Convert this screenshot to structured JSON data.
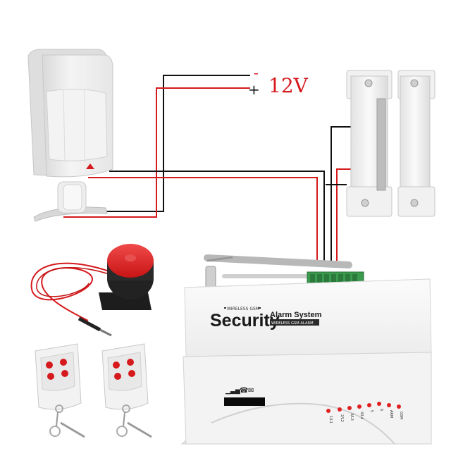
{
  "power": {
    "negative_label": "-",
    "positive_label": "+",
    "voltage_label": "12V",
    "accent_color": "#d6191d"
  },
  "alarm_panel": {
    "small_header": "WIRELESS GSM",
    "brand_title": "Security",
    "subtitle": "Alarm System",
    "subtitle_small": "WIRELESS GSM ALARM",
    "led_labels": [
      "1/L1",
      "2/L2",
      "3/L3",
      "4/L4",
      "5",
      "6",
      "ARM",
      "GSM"
    ]
  },
  "wire_colors": {
    "positive": "#d6191d",
    "negative": "#111111"
  },
  "components": [
    "pir-motion-sensor",
    "door-magnetic-contact",
    "siren",
    "remote-control-1",
    "remote-control-2",
    "gsm-alarm-panel"
  ]
}
